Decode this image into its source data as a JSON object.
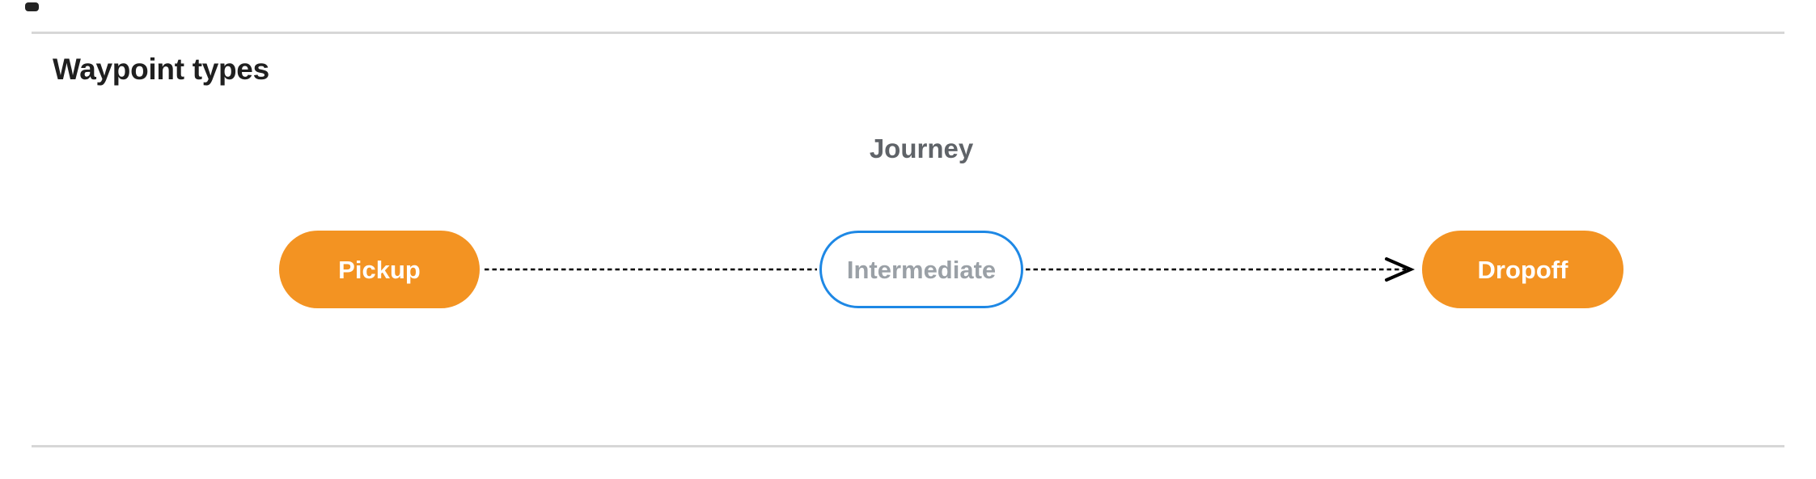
{
  "page": {
    "title": "Waypoint types"
  },
  "diagram": {
    "group_label": "Journey",
    "nodes": [
      {
        "id": "pickup",
        "label": "Pickup",
        "style": "terminal"
      },
      {
        "id": "intermediate",
        "label": "Intermediate",
        "style": "intermediate"
      },
      {
        "id": "dropoff",
        "label": "Dropoff",
        "style": "terminal"
      }
    ],
    "connections": [
      {
        "from": "pickup",
        "to": "intermediate",
        "line": "dashed",
        "arrow": false
      },
      {
        "from": "intermediate",
        "to": "dropoff",
        "line": "dashed",
        "arrow": true
      }
    ]
  },
  "colors": {
    "terminal_fill": "#f39322",
    "terminal_text": "#ffffff",
    "intermediate_border": "#1e88e5",
    "intermediate_text": "#9aa0a6",
    "connector": "#000000",
    "divider": "#d7d7d7",
    "heading_text": "#1f1f1f",
    "journey_text": "#5f6368"
  }
}
